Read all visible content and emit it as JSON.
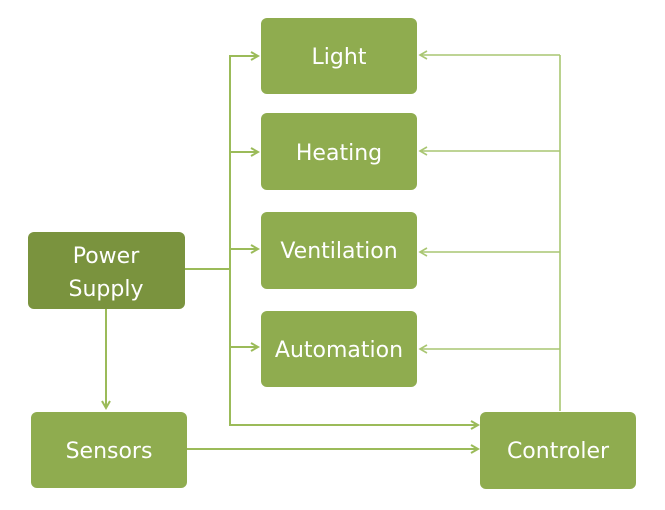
{
  "title": "Home control system block diagram",
  "colors": {
    "node": "#8fac4f",
    "node_power": "#7a933e",
    "edge": "#9bbb59",
    "edge_feedback": "#a9c672",
    "text": "#ffffff"
  },
  "nodes": {
    "power_supply": {
      "label_lines": [
        "Power",
        "Supply"
      ]
    },
    "light": {
      "label": "Light"
    },
    "heating": {
      "label": "Heating"
    },
    "ventilation": {
      "label": "Ventilation"
    },
    "automation": {
      "label": "Automation"
    },
    "sensors": {
      "label": "Sensors"
    },
    "controler": {
      "label": "Controler"
    }
  },
  "edges": [
    {
      "from": "Power Supply",
      "to": "Light"
    },
    {
      "from": "Power Supply",
      "to": "Heating"
    },
    {
      "from": "Power Supply",
      "to": "Ventilation"
    },
    {
      "from": "Power Supply",
      "to": "Automation"
    },
    {
      "from": "Power Supply",
      "to": "Controler"
    },
    {
      "from": "Power Supply",
      "to": "Sensors"
    },
    {
      "from": "Sensors",
      "to": "Controler"
    },
    {
      "from": "Controler",
      "to": "Light"
    },
    {
      "from": "Controler",
      "to": "Heating"
    },
    {
      "from": "Controler",
      "to": "Ventilation"
    },
    {
      "from": "Controler",
      "to": "Automation"
    }
  ]
}
